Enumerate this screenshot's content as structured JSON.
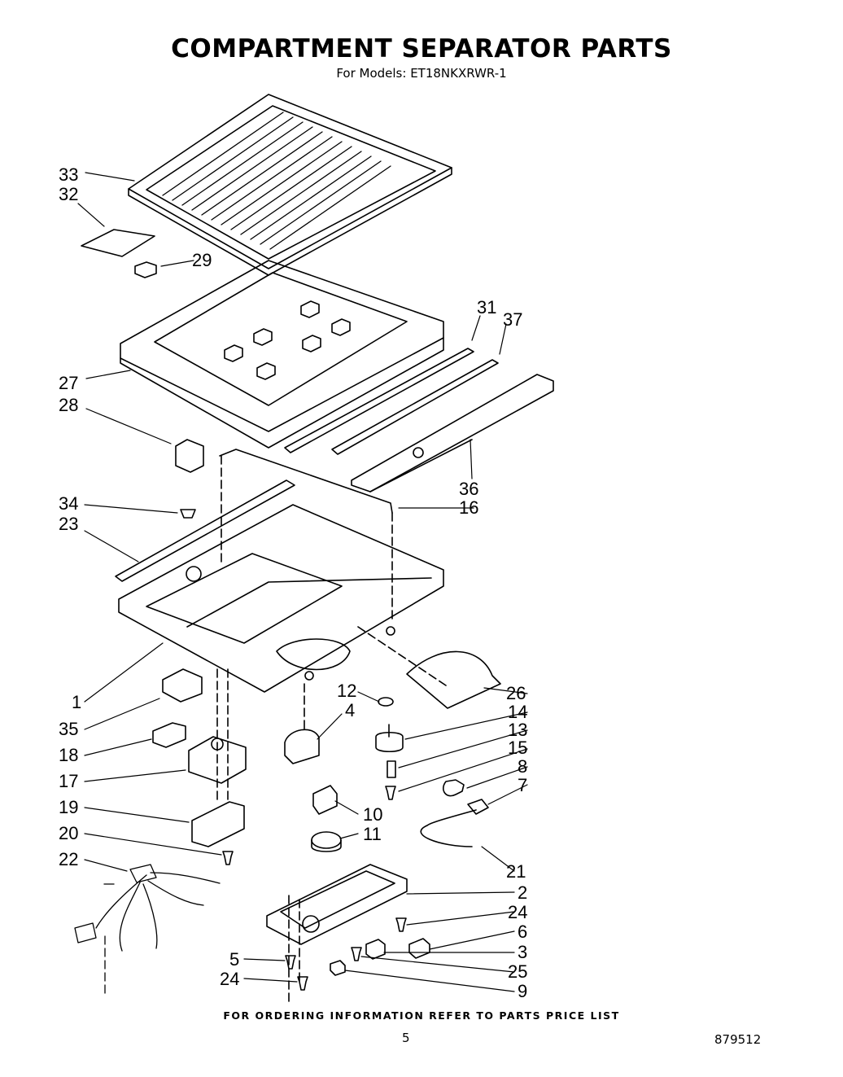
{
  "title": "COMPARTMENT SEPARATOR PARTS",
  "subtitle": "For Models: ET18NKXRWR-1",
  "footer_note": "FOR ORDERING INFORMATION REFER TO PARTS PRICE LIST",
  "page_number": "5",
  "doc_number": "879512",
  "callouts": [
    "33",
    "32",
    "29",
    "27",
    "28",
    "31",
    "37",
    "36",
    "16",
    "34",
    "23",
    "1",
    "26",
    "12",
    "35",
    "4",
    "14",
    "13",
    "18",
    "15",
    "17",
    "8",
    "7",
    "19",
    "10",
    "11",
    "20",
    "22",
    "21",
    "2",
    "24",
    "6",
    "3",
    "5",
    "25",
    "24",
    "9"
  ]
}
